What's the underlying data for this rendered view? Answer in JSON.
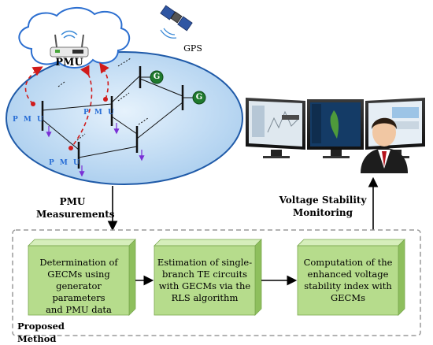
{
  "labels": {
    "gps": "GPS",
    "pmu_cloud": "PMU",
    "pmu_device_1": "P M U",
    "pmu_device_2": "P M U",
    "pmu_device_3": "P M U",
    "generator_1": "G",
    "generator_2": "G",
    "pmu_measurements": "PMU\nMeasurements",
    "voltage_monitoring": "Voltage Stability\nMonitoring",
    "proposed_method": "Proposed Method"
  },
  "steps": [
    {
      "text": "Determination of\nGECMs using\ngenerator parameters\nand PMU data"
    },
    {
      "text": "Estimation of single-\nbranch TE circuits\nwith GECMs via the\nRLS algorithm"
    },
    {
      "text": "Computation of the\nenhanced voltage\nstability index with\nGECMs"
    }
  ],
  "colors": {
    "step_front": "#b6dc8c",
    "step_top": "#d6eebb",
    "step_side": "#8ebf5d",
    "ellipse": "#b8d8f2",
    "ellipse_edge": "#1f5aa8",
    "generator": "#1f7a2e",
    "pmu_text": "#2a6fd6",
    "arrow_red": "#d11b1b",
    "arrow_purple": "#7a2fd6"
  }
}
